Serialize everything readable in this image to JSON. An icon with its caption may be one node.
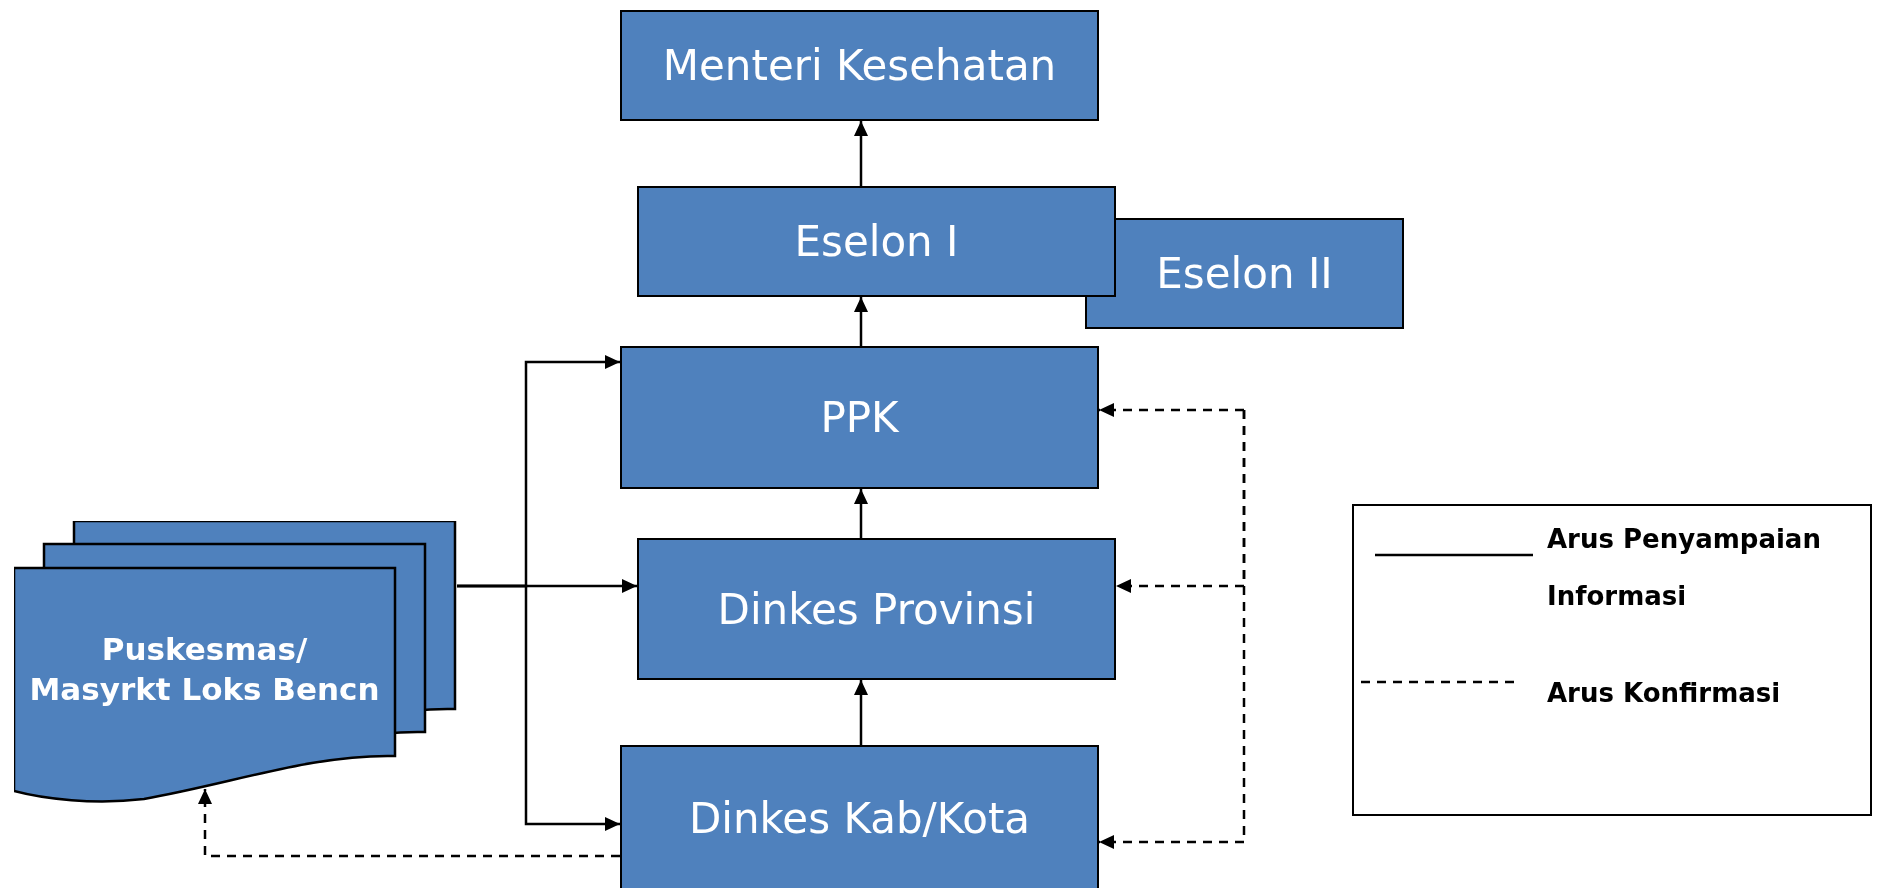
{
  "diagram": {
    "nodes": [
      {
        "text": [
          "Menteri Kesehatan"
        ]
      },
      {
        "text": [
          "Eselon I"
        ]
      },
      {
        "text": [
          "Eselon II"
        ]
      },
      {
        "text": [
          "PPK"
        ]
      },
      {
        "text": [
          "Dinkes Provinsi"
        ]
      },
      {
        "text": [
          "Dinkes Kab/Kota"
        ]
      },
      {
        "text": [
          "Puskesmas/ Masyrkt Loks Bencn"
        ]
      }
    ],
    "edges": [
      {
        "from": 1,
        "to": 0,
        "arrow": "to"
      },
      {
        "from": 3,
        "to": 1,
        "arrow": "to"
      },
      {
        "from": 4,
        "to": 3,
        "arrow": "to"
      },
      {
        "from": 5,
        "to": 4,
        "arrow": "to"
      },
      {
        "from": 6,
        "to": 3,
        "arrow": "to"
      },
      {
        "from": 6,
        "to": 4,
        "arrow": "to"
      },
      {
        "from": 6,
        "to": 5,
        "arrow": "to"
      },
      {
        "from": 5,
        "to": 6,
        "arrow": "to",
        "style": "dashed"
      },
      {
        "from": null,
        "to": 3,
        "arrow": "to",
        "style": "dashed"
      },
      {
        "from": null,
        "to": 4,
        "arrow": "to",
        "style": "dashed"
      },
      {
        "from": null,
        "to": 5,
        "arrow": "to",
        "style": "dashed"
      }
    ],
    "legend": [
      {
        "text": "Arus Penyampaian Informasi"
      },
      {
        "text": "Arus Konfirmasi"
      }
    ]
  }
}
